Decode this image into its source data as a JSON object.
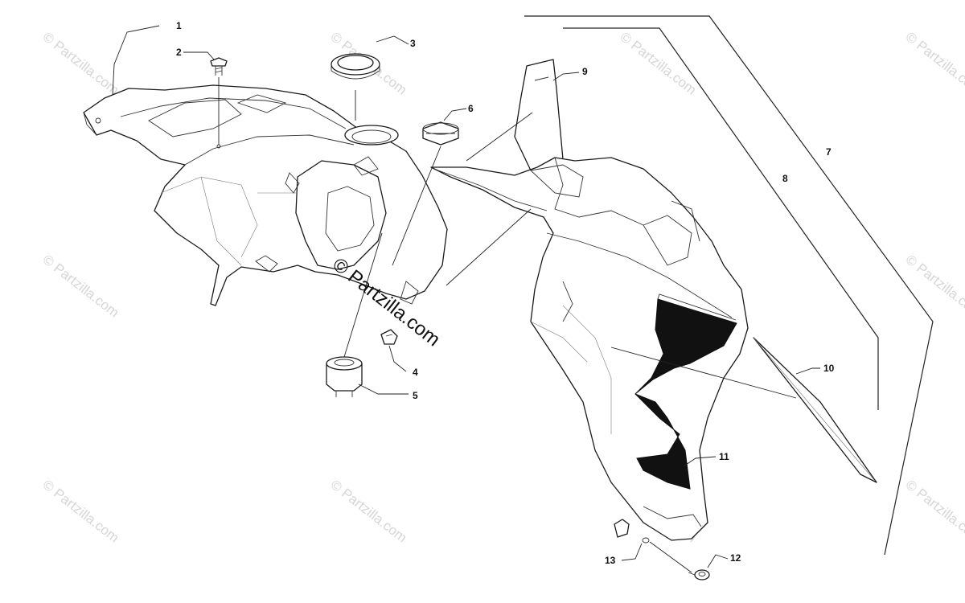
{
  "diagram": {
    "callouts": [
      {
        "num": "1"
      },
      {
        "num": "2"
      },
      {
        "num": "3"
      },
      {
        "num": "4"
      },
      {
        "num": "5"
      },
      {
        "num": "6"
      },
      {
        "num": "7"
      },
      {
        "num": "8"
      },
      {
        "num": "9"
      },
      {
        "num": "10"
      },
      {
        "num": "11"
      },
      {
        "num": "12"
      },
      {
        "num": "13"
      }
    ],
    "watermark_text": "© Partzilla.com",
    "center_watermark_text": "© Partzilla.com"
  }
}
